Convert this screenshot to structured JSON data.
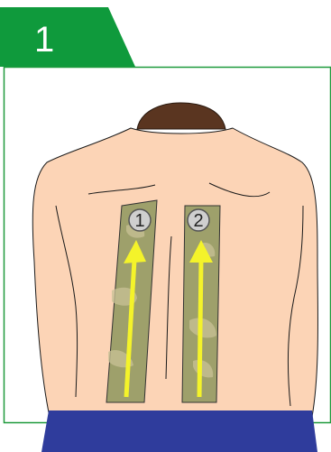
{
  "step": {
    "number": "1"
  },
  "badges": [
    {
      "label": "1"
    },
    {
      "label": "2"
    }
  ],
  "colors": {
    "tab_green": "#0f9a3c",
    "frame_green": "#1f9a3c",
    "skin": "#fcd4b6",
    "hair": "#5a3520",
    "tape": "#9ea06b",
    "arrow": "#f4f32a",
    "waistband": "#2f3c9c"
  },
  "icons": {
    "arrow": "arrow-up-icon"
  }
}
